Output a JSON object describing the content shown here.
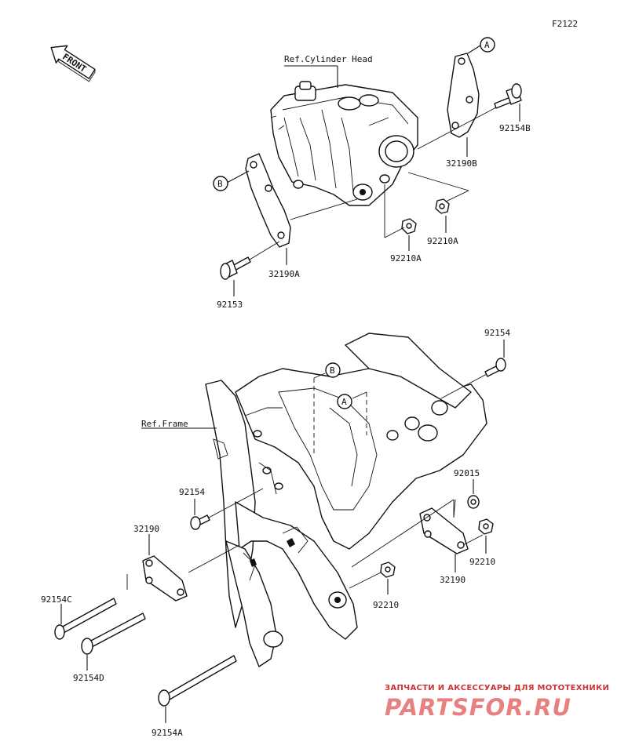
{
  "figure_code": "F2122",
  "front_label": "FRONT",
  "refs": {
    "cylinder_head": "Ref.Cylinder Head",
    "frame": "Ref.Frame"
  },
  "callouts": {
    "a": "A",
    "b": "B"
  },
  "parts": {
    "p_92154B": "92154B",
    "p_32190B": "32190B",
    "p_92210A_right": "92210A",
    "p_92210A_left": "92210A",
    "p_32190A": "32190A",
    "p_92153": "92153",
    "p_92154_top": "92154",
    "p_92015": "92015",
    "p_92154_left": "92154",
    "p_32190_left": "32190",
    "p_92210_right": "92210",
    "p_32190_right": "32190",
    "p_92154C": "92154C",
    "p_92210_mid": "92210",
    "p_92154D": "92154D",
    "p_92154A": "92154A"
  },
  "watermark": {
    "tagline": "ЗАПЧАСТИ И АКСЕССУАРЫ ДЛЯ МОТОТЕХНИКИ",
    "brand": "PARTSFOR.RU"
  },
  "colors": {
    "ink": "#111111",
    "background": "#ffffff",
    "watermark": "#d41c1c"
  }
}
